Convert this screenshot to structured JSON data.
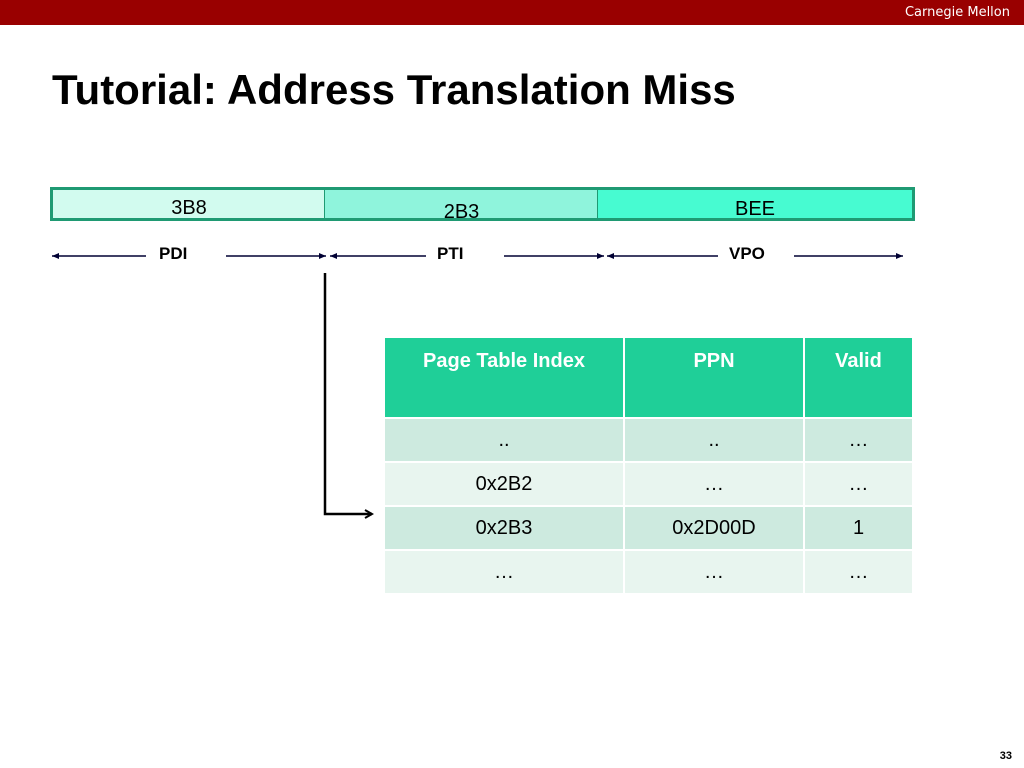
{
  "header": {
    "brand": "Carnegie Mellon"
  },
  "title": "Tutorial: Address Translation Miss",
  "address_fields": [
    {
      "value": "3B8",
      "label": "PDI"
    },
    {
      "value": "2B3",
      "label": "PTI"
    },
    {
      "value": "BEE",
      "label": "VPO"
    }
  ],
  "table": {
    "columns": [
      "Page Table Index",
      "PPN",
      "Valid"
    ],
    "rows": [
      [
        "..",
        "..",
        "…"
      ],
      [
        "0x2B2",
        "…",
        "…"
      ],
      [
        "0x2B3",
        "0x2D00D",
        "1"
      ],
      [
        "…",
        "…",
        "…"
      ]
    ]
  },
  "page_number": "33",
  "colors": {
    "header_bar": "#990000",
    "table_header": "#1fcf98",
    "field_border": "#1f9a73"
  }
}
